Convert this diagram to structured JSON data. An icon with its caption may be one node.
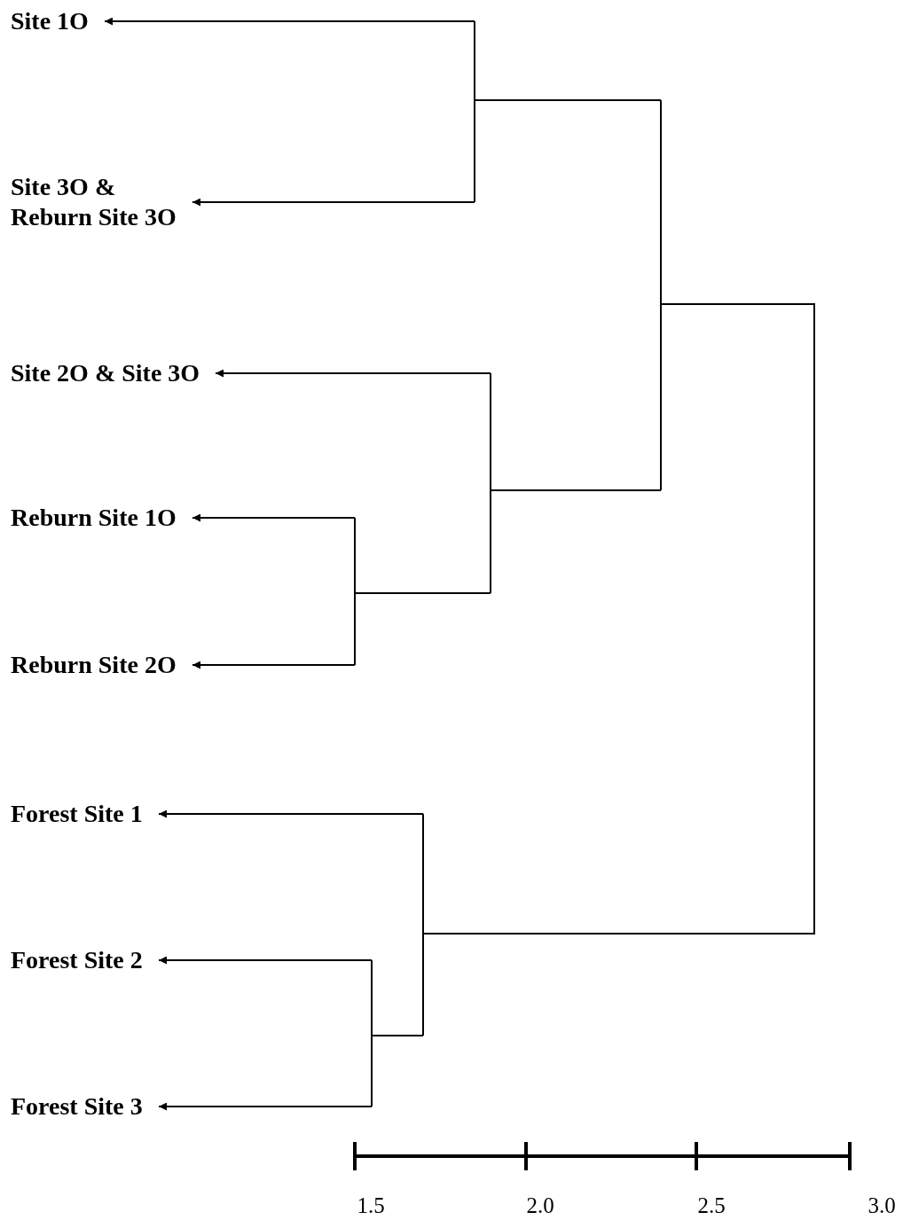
{
  "diagram": {
    "nodes": [
      {
        "text": [
          "Site 1O"
        ]
      },
      {
        "text": [
          "Site 3O & Reburn Site 3O"
        ]
      },
      {
        "text": [
          "Site 2O & Site 3O"
        ]
      },
      {
        "text": [
          "Reburn Site 1O"
        ]
      },
      {
        "text": [
          "Reburn Site 2O"
        ]
      },
      {
        "text": [
          "Forest Site 1"
        ]
      },
      {
        "text": [
          "Forest Site 2"
        ]
      },
      {
        "text": [
          "Forest Site 3"
        ]
      }
    ],
    "edges": [
      {
        "from": null,
        "to": 0,
        "arrow": "to"
      },
      {
        "from": null,
        "to": 1,
        "arrow": "to"
      },
      {
        "from": null,
        "to": 2,
        "arrow": "to"
      },
      {
        "from": null,
        "to": 3,
        "arrow": "to"
      },
      {
        "from": null,
        "to": 4,
        "arrow": "to"
      },
      {
        "from": null,
        "to": 5,
        "arrow": "to"
      },
      {
        "from": null,
        "to": 6,
        "arrow": "to"
      },
      {
        "from": null,
        "to": 7,
        "arrow": "to"
      }
    ],
    "labels": [
      "1.5",
      "2.0",
      "2.5",
      "3.0"
    ]
  }
}
